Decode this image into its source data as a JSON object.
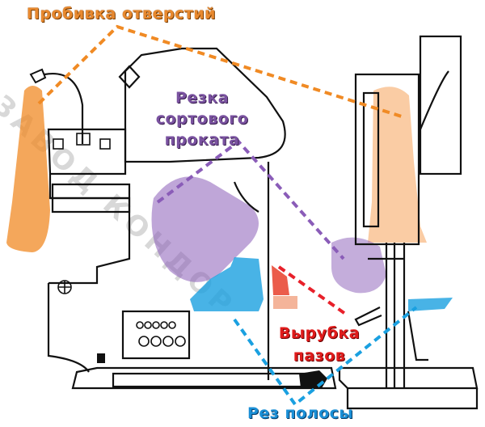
{
  "watermark": "ЗАВОД КОНДОР",
  "labels": {
    "punching": "Пробивка отверстий",
    "section_cutting_line1": "Резка",
    "section_cutting_line2": "сортового",
    "section_cutting_line3": "проката",
    "notching_line1": "Вырубка",
    "notching_line2": "пазов",
    "strip_cutting": "Рез полосы"
  },
  "colors": {
    "punching": "#f08a24",
    "section_cutting": "#8a5cb8",
    "notching": "#e8402c",
    "strip_cutting": "#1aa0e0",
    "line": "#111111"
  },
  "icons": [
    "lamp-icon",
    "gauge-icon",
    "control-panel-icon",
    "bolt-icon"
  ]
}
